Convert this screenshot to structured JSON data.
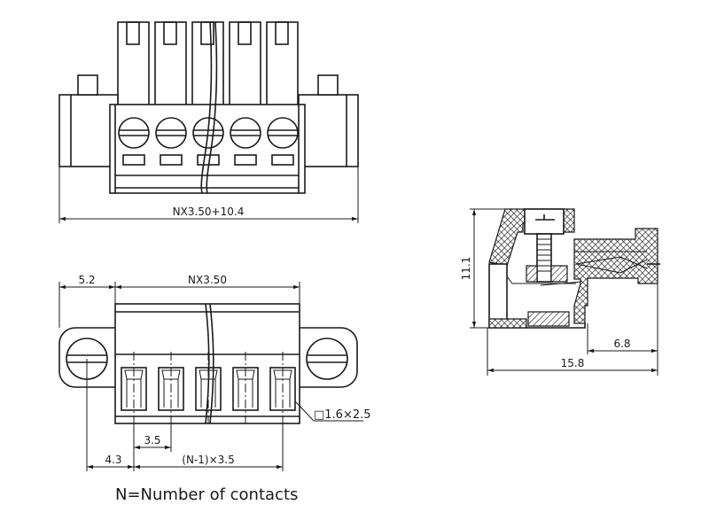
{
  "top_view": {
    "overall_width_label": "NX3.50+10.4",
    "contact_count": 5
  },
  "front_view": {
    "flange_label": "5.2",
    "pitch_total_label": "NX3.50",
    "pitch_label": "3.5",
    "screw_offset_label": "4.3",
    "pitch_span_label": "(N-1)×3.5",
    "opening_label": "□1.6×2.5"
  },
  "side_view": {
    "height_label": "11.1",
    "depth_label": "15.8",
    "plug_depth_label": "6.8"
  },
  "legend": {
    "note": "N=Number of contacts"
  }
}
